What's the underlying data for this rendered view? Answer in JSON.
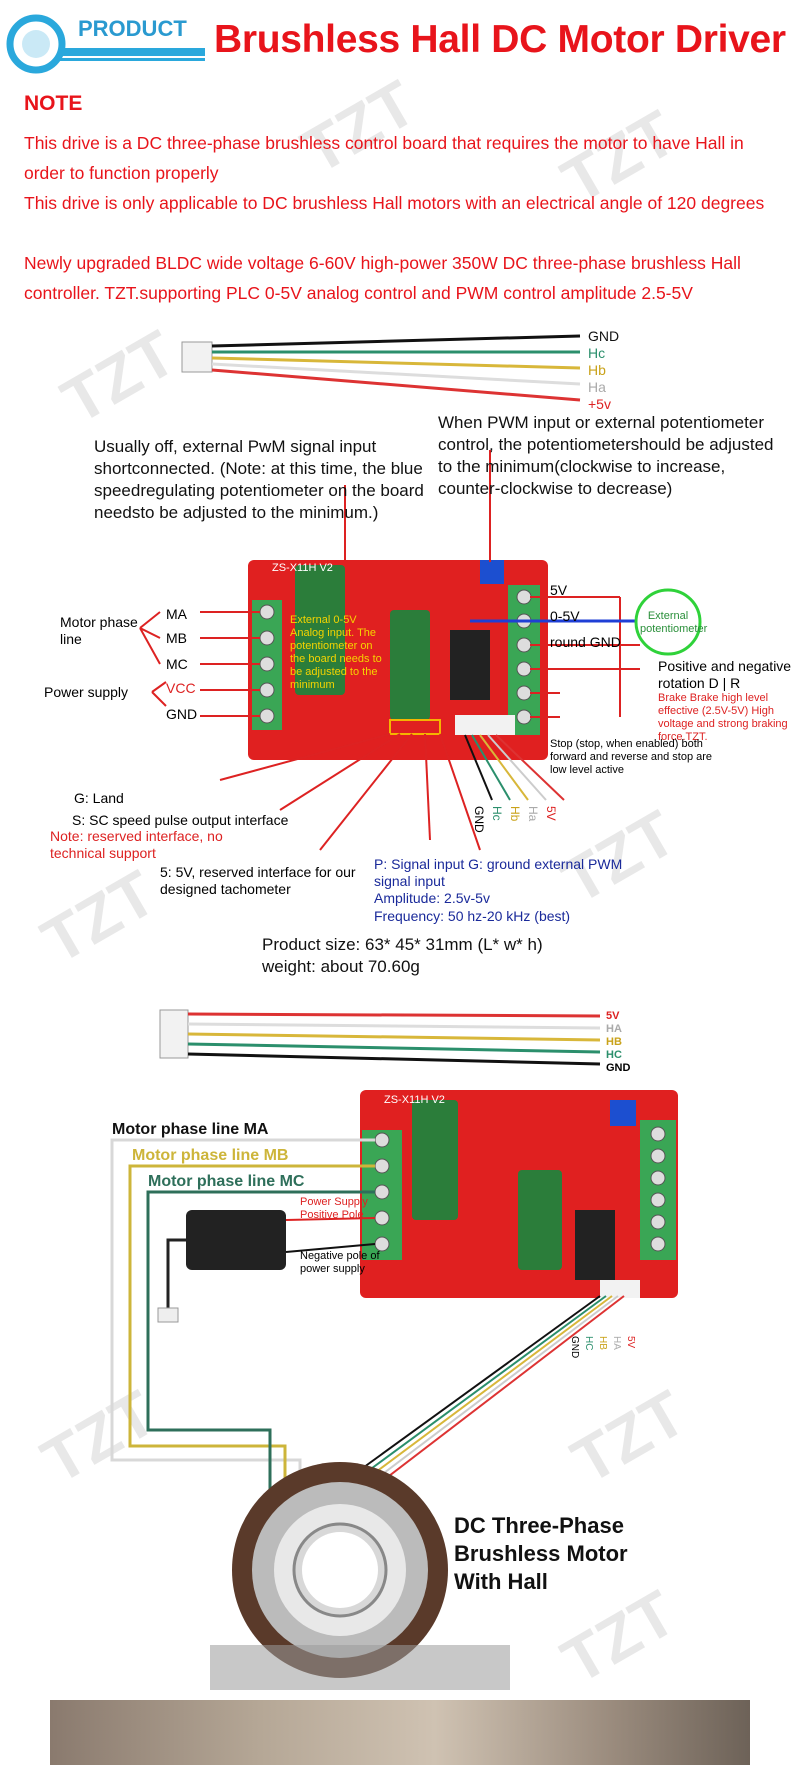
{
  "header": {
    "logo_text": "PRODUCT",
    "title": "Brushless Hall DC Motor Driver"
  },
  "note": {
    "heading": "NOTE",
    "lines": [
      "This drive is a DC three-phase brushless control board that requires the motor to have Hall in order to function properly",
      "This drive is only applicable to DC brushless Hall motors with an electrical angle of 120 degrees",
      "Newly upgraded BLDC wide voltage 6-60V high-power 350W DC three-phase brushless Hall controller. TZT.supporting PLC 0-5V analog control and PWM control amplitude 2.5-5V"
    ]
  },
  "diagram1": {
    "hall_wires": [
      "GND",
      "Hc",
      "Hb",
      "Ha",
      "+5v"
    ],
    "pwm_note": "Usually off, external PwM signal input shortconnected. (Note: at this time, the blue speedregulating potentiometer on the board needsto be adjusted to the minimum.)",
    "pot_note": "When PWM input or external potentiometer control, the potentiometershould be adjusted to the minimum(clockwise to increase, counter-clockwise to decrease)",
    "motor_phase_label": "Motor phase line",
    "phases": [
      "MA",
      "MB",
      "MC"
    ],
    "power_label": "Power supply",
    "power_pins": [
      "VCC",
      "GND"
    ],
    "right_pins": [
      "5V",
      "0-5V",
      "round GND"
    ],
    "ext_pot": "External potentiometer",
    "rotation": "Positive and negative rotation D | R",
    "brake": "Brake Brake high level effective (2.5V-5V) High voltage and strong braking force.TZT.",
    "stop": "Stop (stop, when enabled) both forward and reverse and stop are low level active",
    "board_overlay": "External 0-5V Analog input. The potentiometer on the board needs to be adjusted to the minimum",
    "board_label": "ZS-X11H V2",
    "g_land": "G: Land",
    "sc_pulse": "S: SC speed pulse output interface",
    "reserved_note": "Note: reserved interface, no technical support",
    "tacho": "5: 5V, reserved interface for our designed tachometer",
    "bottom_hall": [
      "GND",
      "Hc",
      "Hb",
      "Ha",
      "5V"
    ],
    "pwm_input": "P: Signal input G: ground external PWM signal input",
    "amplitude": "Amplitude: 2.5v-5v",
    "frequency": "Frequency: 50 hz-20 kHz (best)",
    "size": "Product size: 63* 45* 31mm (L* w* h)",
    "weight": "weight: about 70.60g"
  },
  "diagram2": {
    "hall_wires": [
      "5V",
      "HA",
      "HB",
      "HC",
      "GND"
    ],
    "line_ma": "Motor phase line MA",
    "line_mb": "Motor phase line MB",
    "line_mc": "Motor phase line MC",
    "power_pos": "Power Supply Positive Pole",
    "power_neg": "Negative pole of power supply",
    "board_label": "ZS-X11H V2",
    "motor_label": "DC Three-Phase Brushless Motor With Hall",
    "bottom_hall": [
      "GND",
      "HC",
      "HB",
      "HA",
      "5V"
    ]
  },
  "watermark": "TZT",
  "colors": {
    "accent": "#e8141b",
    "board": "#e02020",
    "terminal": "#3aa655",
    "blue_line": "#1f3fd6",
    "ma_wire": "#d8d8d8",
    "mb_wire": "#cdb53a",
    "mc_wire": "#2e6f5a"
  }
}
